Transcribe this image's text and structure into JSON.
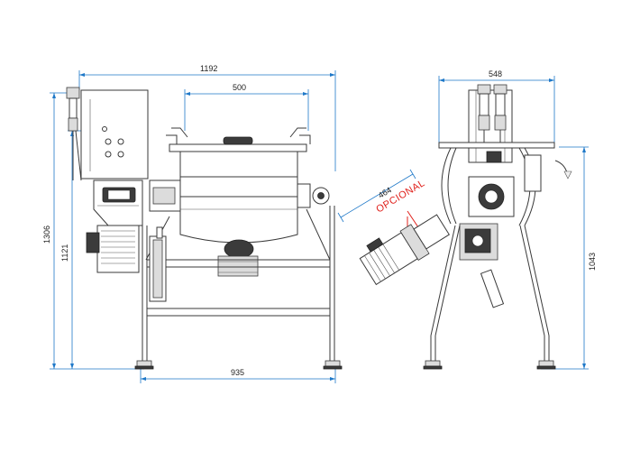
{
  "dimensions": {
    "overall_width": "1192",
    "drum_width": "500",
    "overall_height": "1306",
    "frame_height": "1121",
    "base_width": "935",
    "side_width": "548",
    "side_height": "1043",
    "motor_length": "464"
  },
  "labels": {
    "optional": "OPCIONAL"
  },
  "colors": {
    "dimension_lines": "#1e78c8",
    "optional_marker": "#e0201b",
    "drawing_lines": "#3a3a3a"
  }
}
